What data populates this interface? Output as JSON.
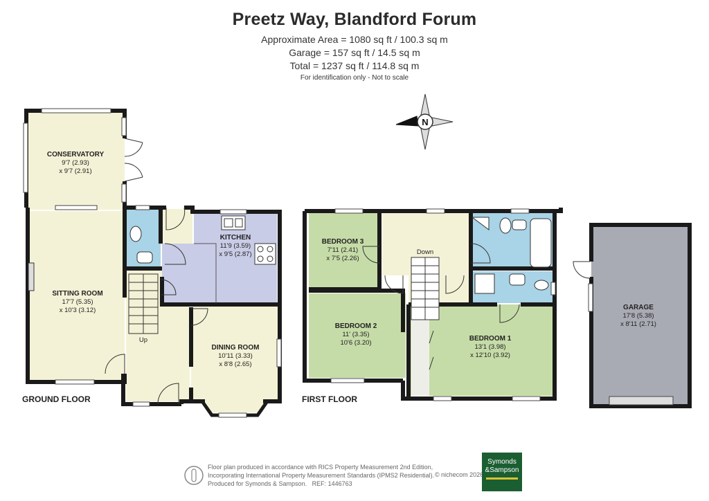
{
  "header": {
    "title": "Preetz Way, Blandford Forum",
    "area_line": "Approximate Area = 1080 sq ft / 100.3 sq m",
    "garage_line": "Garage = 157 sq ft / 14.5 sq m",
    "total_line": "Total = 1237 sq ft / 114.8 sq m",
    "note": "For identification only - Not to scale"
  },
  "compass": {
    "letter": "N"
  },
  "ground_floor": {
    "label": "GROUND FLOOR",
    "conservatory": {
      "name": "CONSERVATORY",
      "dim1": "9'7 (2.93)",
      "dim2": "x 9'7 (2.91)"
    },
    "sitting_room": {
      "name": "SITTING ROOM",
      "dim1": "17'7 (5.35)",
      "dim2": "x 10'3 (3.12)"
    },
    "kitchen": {
      "name": "KITCHEN",
      "dim1": "11'9 (3.59)",
      "dim2": "x 9'5 (2.87)"
    },
    "dining_room": {
      "name": "DINING ROOM",
      "dim1": "10'11 (3.33)",
      "dim2": "x 8'8 (2.65)"
    },
    "stairs": "Up"
  },
  "first_floor": {
    "label": "FIRST FLOOR",
    "bedroom3": {
      "name": "BEDROOM 3",
      "dim1": "7'11 (2.41)",
      "dim2": "x 7'5 (2.26)"
    },
    "bedroom2": {
      "name": "BEDROOM 2",
      "dim1": "11' (3.35)",
      "dim2": "10'6 (3.20)"
    },
    "bedroom1": {
      "name": "BEDROOM 1",
      "dim1": "13'1 (3.98)",
      "dim2": "x 12'10 (3.92)"
    },
    "stairs": "Down"
  },
  "garage": {
    "name": "GARAGE",
    "dim1": "17'8 (5.38)",
    "dim2": "x 8'11 (2.71)"
  },
  "footer": {
    "line1": "Floor plan produced in accordance with RICS Property Measurement 2nd Edition,",
    "line2": "Incorporating International Property Measurement Standards (IPMS2 Residential).",
    "line3": "Produced for Symonds & Sampson.",
    "ref": "REF: 1446763",
    "copyright": "© nichecom 2026.",
    "brand_line1": "Symonds",
    "brand_line2": "&Sampson"
  },
  "colors": {
    "yellow_rooms": "#f4f2d6",
    "green_rooms": "#c6dca8",
    "kitchen": "#c9cce6",
    "bathroom": "#a9d3e6",
    "garage": "#a9abb4",
    "walls": "#1a1a1a",
    "brand": "#1b5e31"
  }
}
